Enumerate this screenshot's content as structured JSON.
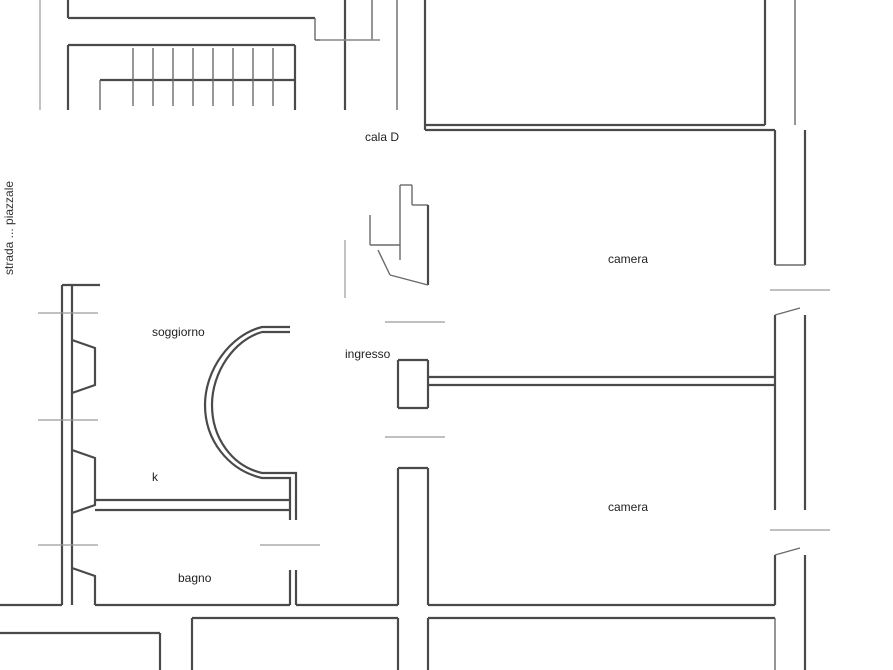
{
  "floor_plan": {
    "rooms": {
      "soggiorno": "soggiorno",
      "ingresso": "ingresso",
      "camera_top": "camera",
      "camera_bottom": "camera",
      "bagno": "bagno",
      "kitchen_mark": "k",
      "stair_label": "cala D"
    },
    "side_text": "strada ... piazzale",
    "colors": {
      "wall": "#4a4a4a",
      "background": "#ffffff"
    }
  }
}
